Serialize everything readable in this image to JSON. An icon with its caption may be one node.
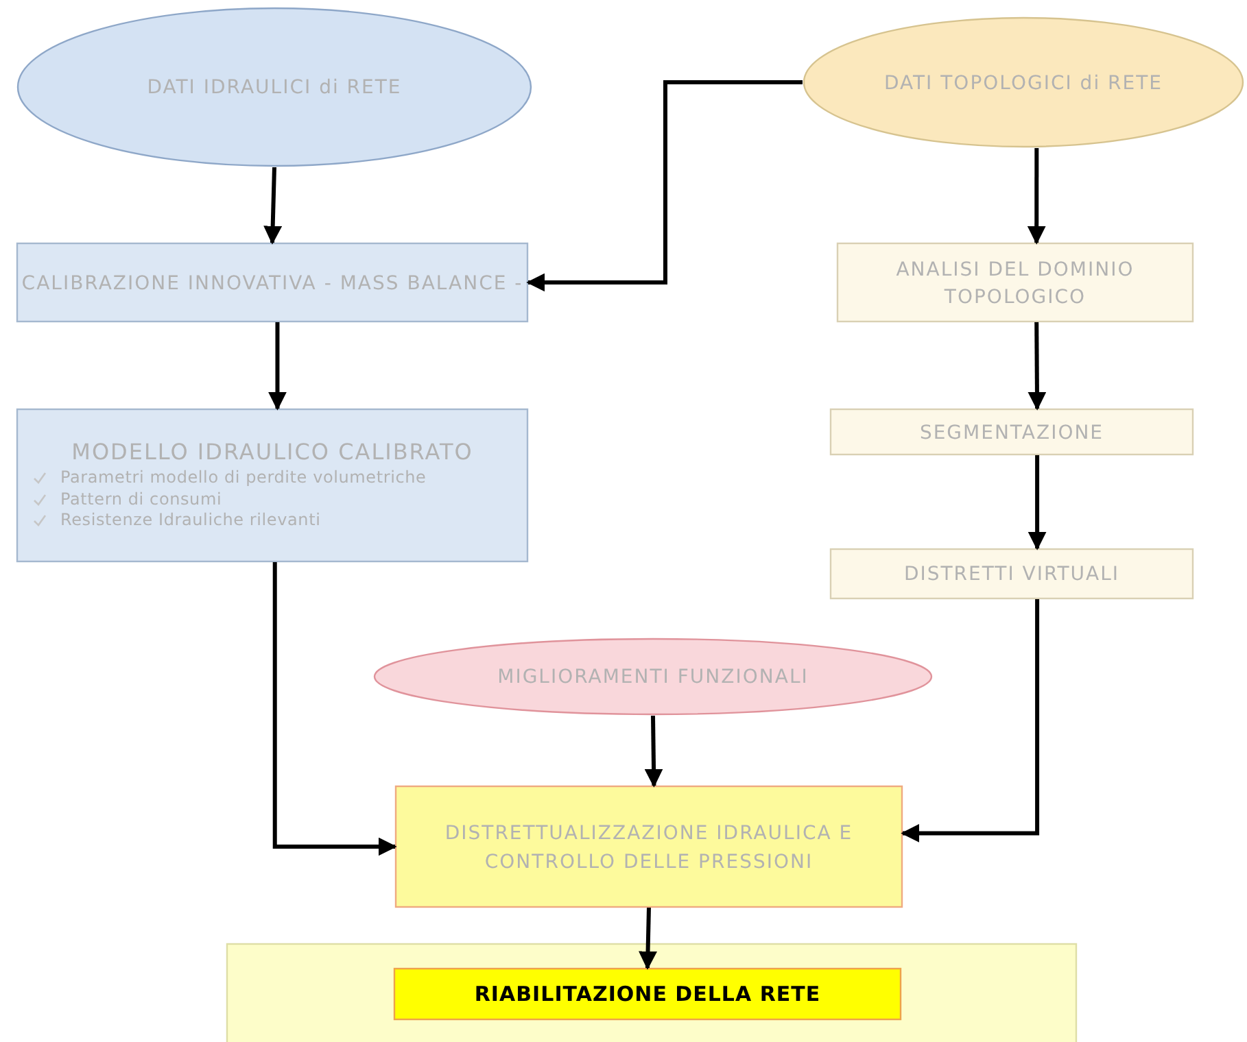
{
  "diagram": {
    "nodes": [
      {
        "text": [
          "DATI IDRAULICI di RETE"
        ]
      },
      {
        "text": [
          "DATI TOPOLOGICI di RETE"
        ]
      },
      {
        "text": [
          "CALIBRAZIONE INNOVATIVA - MASS BALANCE -"
        ]
      },
      {
        "text": [
          "ANALISI DEL DOMINIO TOPOLOGICO"
        ]
      },
      {
        "text": [
          "MODELLO IDRAULICO CALIBRATO",
          "Parametri modello di perdite volumetriche",
          "Pattern di consumi",
          "Resistenze Idrauliche rilevanti"
        ]
      },
      {
        "text": [
          "SEGMENTAZIONE"
        ]
      },
      {
        "text": [
          "DISTRETTI VIRTUALI"
        ]
      },
      {
        "text": [
          "MIGLIORAMENTI FUNZIONALI"
        ]
      },
      {
        "text": [
          "DISTRETTUALIZZAZIONE IDRAULICA E CONTROLLO DELLE PRESSIONI"
        ]
      },
      {
        "text": [],
        "shape": "box"
      },
      {
        "text": [
          "RIABILITAZIONE DELLA RETE"
        ],
        "in": 9
      }
    ],
    "edges": [
      {
        "from": 0,
        "to": 2,
        "arrow": "to"
      },
      {
        "from": 1,
        "to": 2,
        "arrow": "to"
      },
      {
        "from": 1,
        "to": 3,
        "arrow": "to"
      },
      {
        "from": 2,
        "to": 4,
        "arrow": "to"
      },
      {
        "from": 3,
        "to": 5,
        "arrow": "to"
      },
      {
        "from": 5,
        "to": 6,
        "arrow": "to"
      },
      {
        "from": 4,
        "to": 8,
        "arrow": "to"
      },
      {
        "from": 6,
        "to": 8,
        "arrow": "to"
      },
      {
        "from": 7,
        "to": 8,
        "arrow": "to"
      },
      {
        "from": 8,
        "to": 10,
        "arrow": "to"
      }
    ]
  }
}
